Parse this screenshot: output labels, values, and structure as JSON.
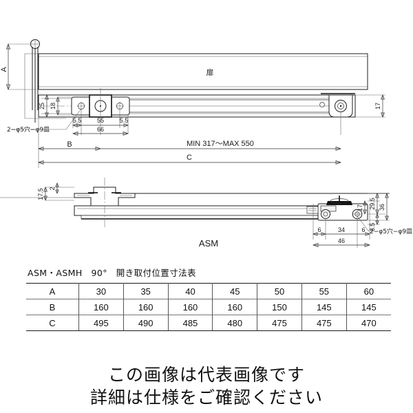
{
  "drawing": {
    "product_label": "ASM",
    "door_label": "扉",
    "upper_view": {
      "dim_A": "A",
      "dim_B": "B",
      "dim_C": "C",
      "stroke_range": "MIN 317〜MAX 550",
      "v_25": "25",
      "v_18": "18",
      "v_17": "17",
      "h_55_left": "5.5",
      "h_55_mid": "55",
      "h_55_right": "5.5",
      "h_66": "66",
      "hole_note": "2−φ5穴−φ9皿"
    },
    "lower_view": {
      "v_175": "17.5",
      "v_2": "2",
      "v_36": "36",
      "v_295": "29.5",
      "v_17": "17",
      "v_65": "6.5",
      "h_6_left": "6",
      "h_34": "34",
      "h_6_right": "6",
      "h_46": "46",
      "hole_note": "2−φ5穴−φ9皿"
    }
  },
  "table": {
    "caption": "ASM・ASMH　90°　開き取付位置寸法表",
    "rows": [
      {
        "label": "A",
        "values": [
          "30",
          "35",
          "40",
          "45",
          "50",
          "55",
          "60"
        ]
      },
      {
        "label": "B",
        "values": [
          "160",
          "160",
          "160",
          "160",
          "150",
          "145",
          "145"
        ]
      },
      {
        "label": "C",
        "values": [
          "495",
          "490",
          "485",
          "480",
          "475",
          "475",
          "470"
        ]
      }
    ]
  },
  "notice": {
    "line1": "この画像は代表画像です",
    "line2": "詳細は仕様をご確認ください"
  },
  "colors": {
    "ink": "#1a1a1a",
    "background": "#ffffff",
    "dimension": "#333333"
  }
}
